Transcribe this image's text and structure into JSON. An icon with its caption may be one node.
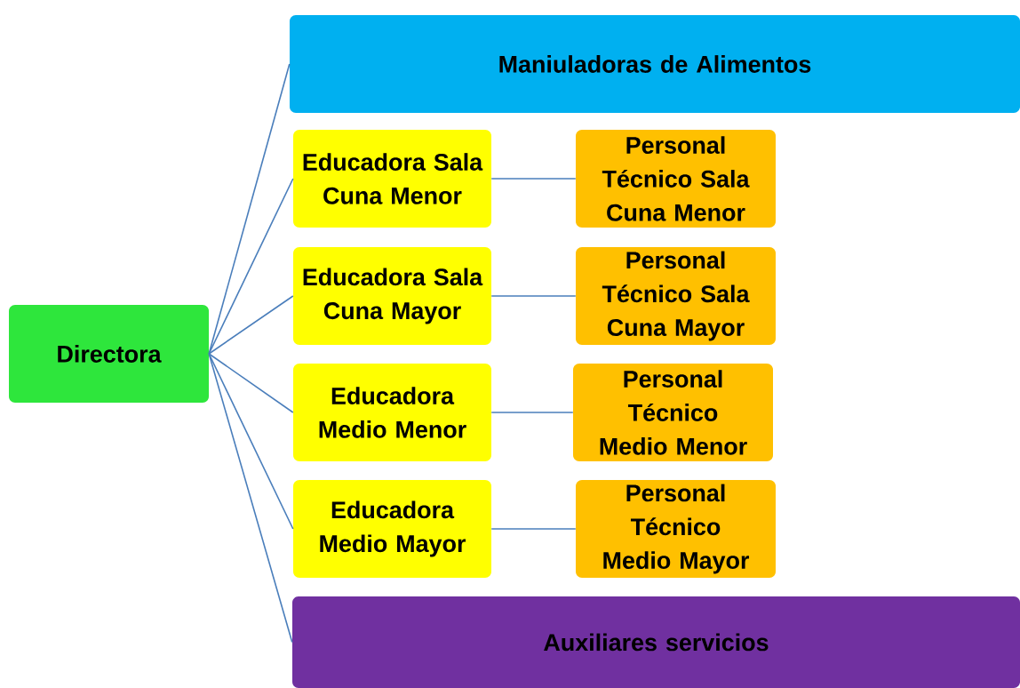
{
  "diagram": {
    "nodes": [
      {
        "text": [
          "Directora"
        ]
      },
      {
        "text": [
          "Maniuladoras de Alimentos"
        ]
      },
      {
        "text": [
          "Educadora Sala Cuna Menor"
        ]
      },
      {
        "text": [
          "Personal Técnico Sala Cuna Menor"
        ]
      },
      {
        "text": [
          "Educadora Sala Cuna Mayor"
        ]
      },
      {
        "text": [
          "Personal Técnico Sala Cuna Mayor"
        ]
      },
      {
        "text": [
          "Educadora Medio Menor"
        ]
      },
      {
        "text": [
          "Personal Técnico Medio Menor"
        ]
      },
      {
        "text": [
          "Educadora Medio Mayor"
        ]
      },
      {
        "text": [
          "Personal Técnico Medio Mayor"
        ]
      },
      {
        "text": [
          "Auxiliares servicios"
        ]
      }
    ],
    "edges": [
      {
        "from": 0,
        "to": 1,
        "arrow": "none"
      },
      {
        "from": 0,
        "to": 2,
        "arrow": "none"
      },
      {
        "from": 0,
        "to": 4,
        "arrow": "none"
      },
      {
        "from": 0,
        "to": 6,
        "arrow": "none"
      },
      {
        "from": 0,
        "to": 8,
        "arrow": "none"
      },
      {
        "from": 0,
        "to": 10,
        "arrow": "none"
      },
      {
        "from": 2,
        "to": 3,
        "arrow": "none"
      },
      {
        "from": 4,
        "to": 5,
        "arrow": "none"
      },
      {
        "from": 6,
        "to": 7,
        "arrow": "none"
      },
      {
        "from": 8,
        "to": 9,
        "arrow": "none"
      }
    ]
  }
}
